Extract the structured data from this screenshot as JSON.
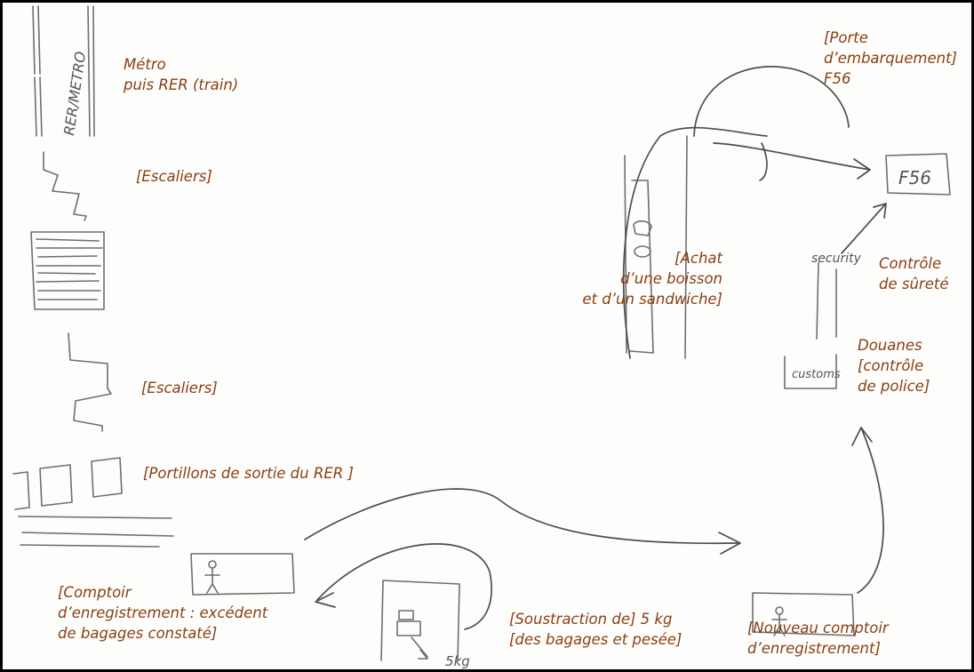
{
  "labels": {
    "metro": "Métro\npuis RER (train)",
    "escaliers_1": "[Escaliers]",
    "escaliers_2": "[Escaliers]",
    "portillons": "[Portillons de sortie du RER ]",
    "comptoir": "[Comptoir\nd’enregistrement : excédent\nde bagages constaté]",
    "soustraction": "[Soustraction de] 5 kg\n[des bagages et pesée]",
    "nouveau_comptoir": "[Nouveau comptoir\nd’enregistrement]",
    "douanes": "Douanes\n[contrôle\nde police]",
    "controle_surete": "Contrôle\nde sûreté",
    "achat": "[Achat\nd’une boisson\net d’un sandwiche]",
    "porte": "[Porte\nd’embarquement]\nF56"
  },
  "sketch_text": {
    "rer_metro": "RER/METRO",
    "gate_box": "F56",
    "security": "security",
    "customs": "customs",
    "bag_weight": "5kg"
  },
  "colors": {
    "label_text": "#8a3f12",
    "sketch_line": "#6e6e6e",
    "frame": "#000000"
  }
}
